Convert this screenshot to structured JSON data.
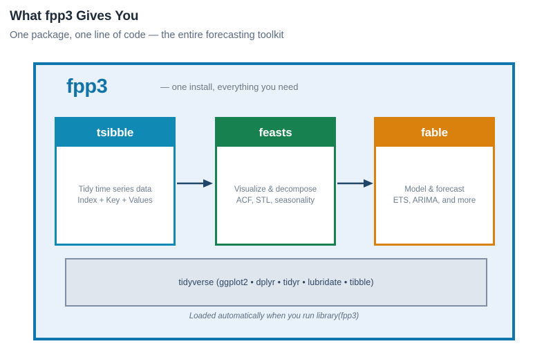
{
  "header": {
    "title": "What fpp3 Gives You",
    "subtitle": "One package, one line of code — the entire forecasting toolkit"
  },
  "panel": {
    "brand": "fpp3",
    "tagline": "— one install, everything you need",
    "accent_color": "#0f76ae",
    "background_color": "#e9f1fa",
    "packages": [
      {
        "name": "tsibble",
        "description": "Tidy time series data\nIndex + Key + Values",
        "color": "#1089b4"
      },
      {
        "name": "feasts",
        "description": "Visualize & decompose\nACF, STL, seasonality",
        "color": "#17824f"
      },
      {
        "name": "fable",
        "description": "Model & forecast\nETS, ARIMA, and more",
        "color": "#d9800d"
      }
    ],
    "arrows": [
      {
        "from": "tsibble",
        "to": "feasts",
        "color": "#1f4568"
      },
      {
        "from": "feasts",
        "to": "fable",
        "color": "#1f4568"
      }
    ],
    "dependencies": {
      "label": "tidyverse",
      "packages_text": "(ggplot2 • dplyr • tidyr • lubridate • tibble)",
      "full_text": "tidyverse   (ggplot2 • dplyr • tidyr • lubridate • tibble)",
      "border_color": "#7e8fa5",
      "background_color": "#e0e6ee"
    },
    "footer_note": "Loaded automatically when you run library(fpp3)"
  }
}
